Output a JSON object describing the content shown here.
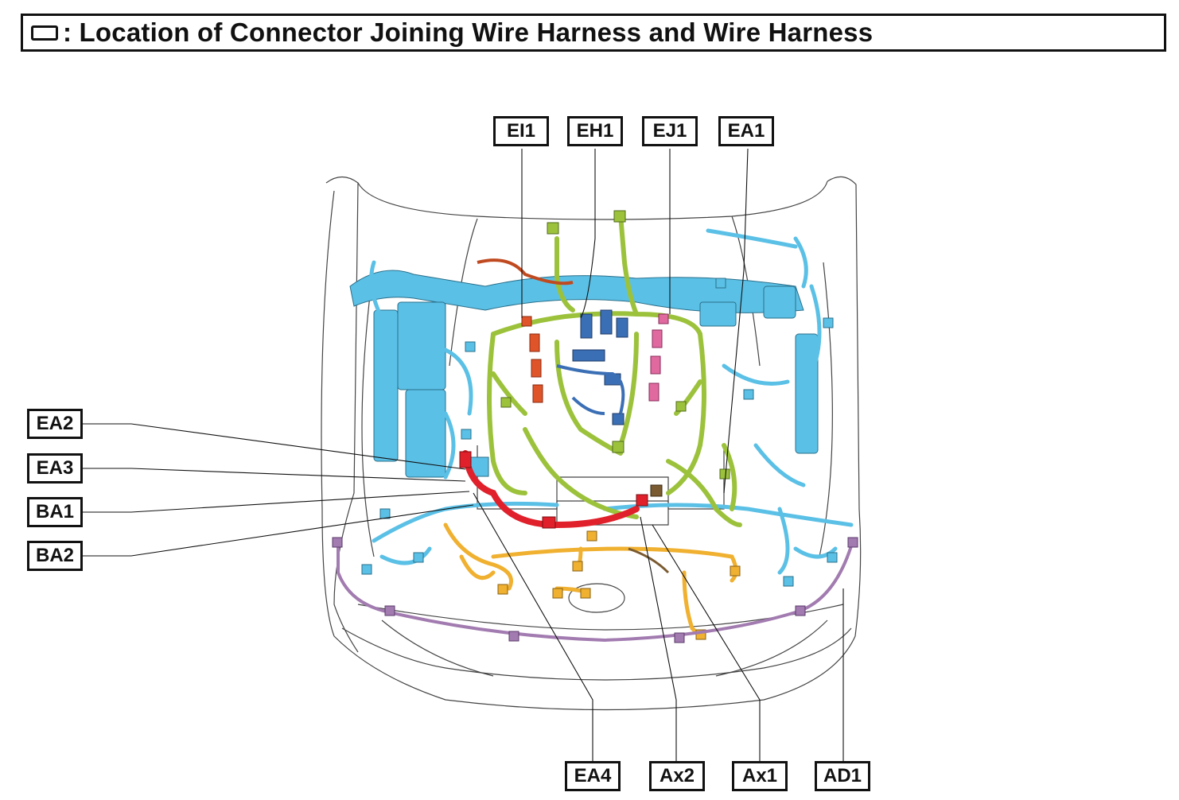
{
  "title": {
    "icon": "connector-box-icon",
    "text": ": Location of Connector Joining Wire Harness and Wire Harness"
  },
  "connector_labels": {
    "top": [
      "EI1",
      "EH1",
      "EJ1",
      "EA1"
    ],
    "left": [
      "EA2",
      "EA3",
      "BA1",
      "BA2"
    ],
    "bottom": [
      "EA4",
      "Ax2",
      "Ax1",
      "AD1"
    ]
  },
  "harness_colors": {
    "engine_room_main": "#5bc0e6",
    "engine_wire": "#9cc23c",
    "injector_left": "#e0542a",
    "injector_right": "#e06aa0",
    "center_connectors": "#3b6fb5",
    "battery_cable": "#e0202a",
    "cooling_fan": "#f0b030",
    "bumper": "#a27bb0",
    "misc": "#7a5a30"
  }
}
